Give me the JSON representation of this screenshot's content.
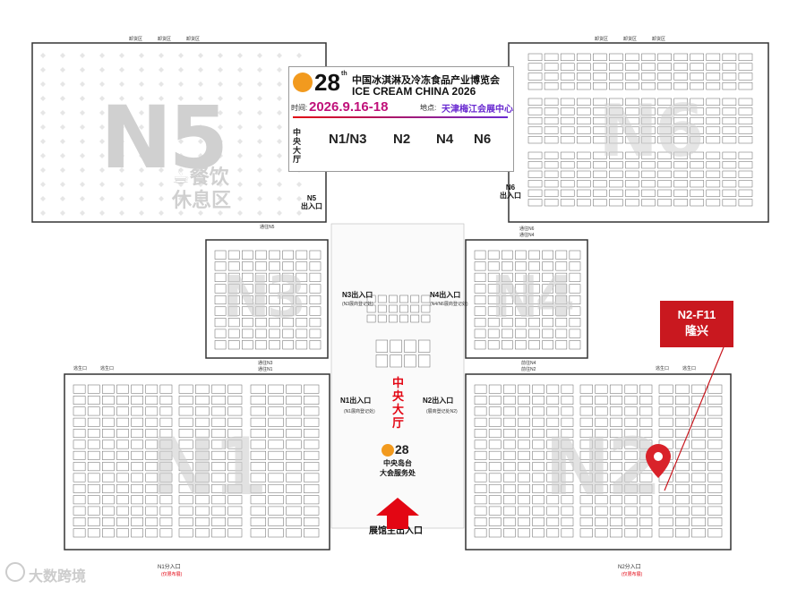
{
  "header": {
    "expo_cn": "中国冰淇淋及冷冻食品产业博览会",
    "expo_en": "ICE CREAM CHINA 2026",
    "edition_num": "28",
    "edition_suffix": "th",
    "time_label": "时间:",
    "dates": "2026.9.16-18",
    "venue_label": "地点:",
    "venue": "天津梅江会展中心",
    "legend": {
      "central": "中央大厅",
      "items": [
        "N1/N3",
        "N2",
        "N4",
        "N6"
      ]
    }
  },
  "halls": {
    "n5": {
      "name": "N5",
      "sub1": "餐饮",
      "sub2": "休息区"
    },
    "n6": {
      "name": "N6"
    },
    "n3": {
      "name": "N3"
    },
    "n4": {
      "name": "N4"
    },
    "n1": {
      "name": "N1"
    },
    "n2": {
      "name": "N2"
    }
  },
  "entrances": {
    "n5": "N5\n出入口",
    "n5_via": "通往N5",
    "n6": "N6\n出入口",
    "n6_via": "通往N6\n通往N4",
    "n3": "N3出入口",
    "n3_sub": "(N3展商登记处)",
    "n4": "N4出入口",
    "n4_sub": "(N4/N6展商登记处)",
    "n3_via": "通往N3\n通往N1",
    "n4_via": "前往N4\n前往N2",
    "n1": "N1出入口",
    "n1_sub": "(N1展商登记处)",
    "n2": "N2出入口",
    "n2_sub": "(展商登记处N2)",
    "main": "展馆主出入口",
    "n1_side": "N1分入口",
    "n1_side_sub": "(仅限布展)",
    "n2_side": "N2分入口",
    "n2_side_sub": "(仅限布展)",
    "unload": "卸货区",
    "escape": "逃生口"
  },
  "central": {
    "hall": "中央大厅",
    "service_title": "中央岛台",
    "service_sub": "大会服务处"
  },
  "callout": {
    "line1": "N2-F11",
    "line2": "隆兴"
  },
  "watermark_brand": "大数跨境",
  "colors": {
    "accent_red": "#c9181f",
    "gradient_start": "#e30613",
    "gradient_end": "#6a2bd1",
    "gold": "#f29a1e"
  }
}
